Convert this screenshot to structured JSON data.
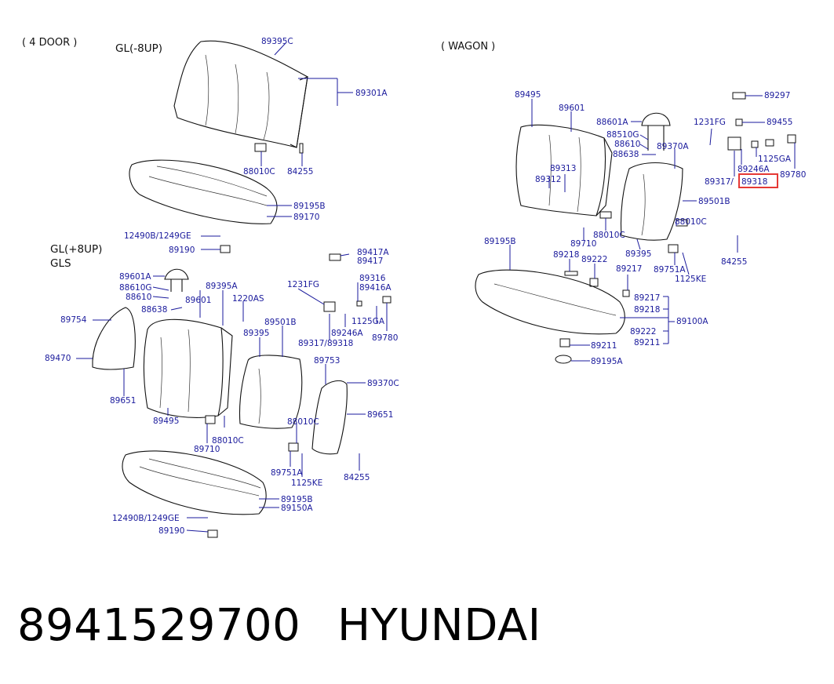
{
  "headers": {
    "four_door": "( 4 DOOR )",
    "wagon": "( WAGON )",
    "gl_minus": "GL(-8UP)",
    "gl_plus": "GL(+8UP)",
    "gls": "GLS"
  },
  "labels": {
    "a1": "89395C",
    "a2": "89301A",
    "a3": "88010C",
    "a4": "84255",
    "a5": "89195B",
    "a6": "89170",
    "a7": "12490B/1249GE",
    "a8": "89190",
    "b1": "89601A",
    "b2": "88610G",
    "b3": "88610",
    "b4": "88638",
    "b5": "89754",
    "b6": "89470",
    "b7": "89651",
    "b8": "89395A",
    "b9": "89601",
    "b10": "1220AS",
    "b11": "89495",
    "b12": "89710",
    "b13": "88010C",
    "b14": "1231FG",
    "b15": "89417A",
    "b16": "89417",
    "b17": "89316",
    "b18": "89416A",
    "b19": "89501B",
    "b20": "89395",
    "b21": "89246A",
    "b22": "1125GA",
    "b23": "89317/89318",
    "b24": "89780",
    "b25": "89753",
    "b26": "89370C",
    "b27": "89651",
    "b28": "88010C",
    "b29": "89751A",
    "b30": "1125KE",
    "b31": "84255",
    "b32": "89195B",
    "b33": "89150A",
    "b34": "12490B/1249GE",
    "b35": "89190",
    "c1": "89495",
    "c2": "89601",
    "c3": "88601A",
    "c4": "88510G",
    "c5": "88610",
    "c6": "88638",
    "c7": "89370A",
    "c8": "1231FG",
    "c9": "89297",
    "c10": "89455",
    "c11": "1125GA",
    "c12": "89246A",
    "c13": "89780",
    "c14": "89317/",
    "c15": "89318",
    "c16": "89313",
    "c17": "89312",
    "c18": "89501B",
    "c19": "88010C",
    "c20": "89710",
    "c21": "88010C",
    "c22": "89195B",
    "c23": "89218",
    "c24": "89222",
    "c25": "89395",
    "c26": "89751A",
    "c27": "1125KE",
    "c28": "84255",
    "c29": "89217",
    "c30": "89217",
    "c31": "89218",
    "c32": "89100A",
    "c33": "89222",
    "c34": "89211",
    "c35": "89211",
    "c36": "89195A"
  },
  "highlight": {
    "color": "#e53935"
  },
  "footer": {
    "part_number": "8941529700",
    "brand": "HYUNDAI"
  }
}
